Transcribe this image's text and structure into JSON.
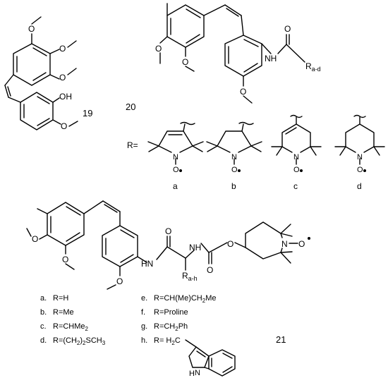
{
  "compounds": {
    "c19": {
      "id": "19"
    },
    "c20": {
      "id": "20",
      "substituent": "a-d"
    },
    "c21": {
      "id": "21",
      "substituent": "a-h"
    }
  },
  "r_panel": {
    "prefix": "R=",
    "variants": [
      {
        "letter": "a"
      },
      {
        "letter": "b"
      },
      {
        "letter": "c"
      },
      {
        "letter": "d"
      }
    ]
  },
  "atoms": {
    "O": "O",
    "OH": "OH",
    "N": "N",
    "H": "H",
    "NH": "NH",
    "HN": "HN",
    "R": "R",
    "radical": "•"
  },
  "legend": {
    "left": [
      {
        "letter": "a.",
        "text": "R=H"
      },
      {
        "letter": "b.",
        "text": "R=Me"
      },
      {
        "letter": "c.",
        "text": "R=CHMe",
        "sub": "2",
        "tail": ""
      },
      {
        "letter": "d.",
        "text": "R=(CH",
        "sub": "2",
        "tail": ")",
        "sub2": "2",
        "tail2": "SCH",
        "sub3": "3"
      }
    ],
    "right": [
      {
        "letter": "e.",
        "text": "R=CH(Me)CH",
        "sub": "2",
        "tail": "Me"
      },
      {
        "letter": "f.",
        "text": "R=Proline"
      },
      {
        "letter": "g.",
        "text": "R=CH",
        "sub": "2",
        "tail": "Ph"
      },
      {
        "letter": "h.",
        "text": "R= H",
        "sub": "2",
        "tail": "C"
      }
    ]
  },
  "colors": {
    "ink": "#000000",
    "background": "#ffffff"
  }
}
